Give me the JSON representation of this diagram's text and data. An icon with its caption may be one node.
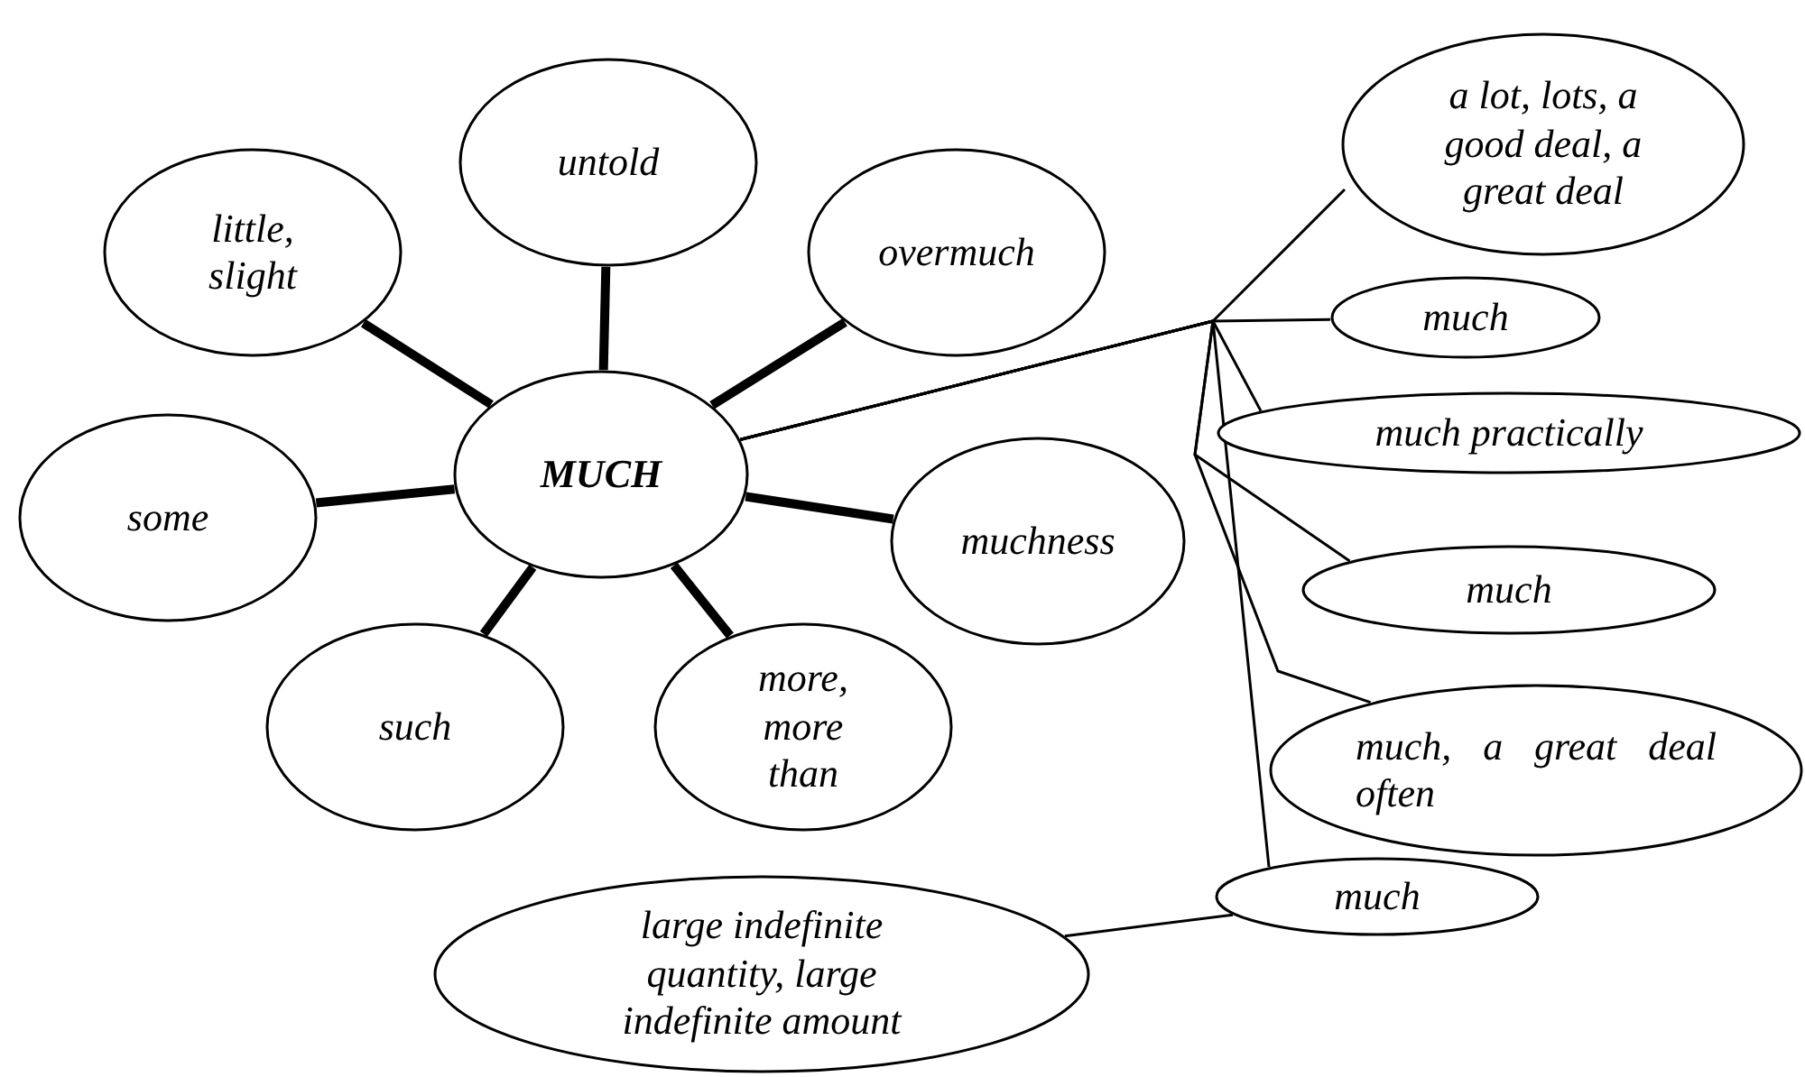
{
  "diagram": {
    "nodes": [
      {
        "text": [
          "MUCH"
        ]
      },
      {
        "text": [
          "untold"
        ]
      },
      {
        "text": [
          "little, slight"
        ]
      },
      {
        "text": [
          "overmuch"
        ]
      },
      {
        "text": [
          "some"
        ]
      },
      {
        "text": [
          "muchness"
        ]
      },
      {
        "text": [
          "such"
        ]
      },
      {
        "text": [
          "more, more than"
        ]
      },
      {
        "text": [
          "a lot, lots, a good deal, a great deal"
        ]
      },
      {
        "text": [
          "much"
        ]
      },
      {
        "text": [
          "much practically"
        ]
      },
      {
        "text": [
          "much"
        ]
      },
      {
        "text": [
          "much, a great deal often"
        ]
      },
      {
        "text": [
          "much"
        ]
      },
      {
        "text": [
          "large indefinite quantity, large indefinite amount"
        ]
      }
    ],
    "edges": [
      {
        "from": 0,
        "to": 1,
        "arrow": "none",
        "style": "thick"
      },
      {
        "from": 0,
        "to": 2,
        "arrow": "none",
        "style": "thick"
      },
      {
        "from": 0,
        "to": 3,
        "arrow": "none",
        "style": "thick"
      },
      {
        "from": 0,
        "to": 4,
        "arrow": "none",
        "style": "thick"
      },
      {
        "from": 0,
        "to": 5,
        "arrow": "none",
        "style": "thick"
      },
      {
        "from": 0,
        "to": 6,
        "arrow": "none",
        "style": "thick"
      },
      {
        "from": 0,
        "to": 7,
        "arrow": "none",
        "style": "thick"
      },
      {
        "from": 0,
        "to": 8,
        "arrow": "none"
      },
      {
        "from": 0,
        "to": 9,
        "arrow": "none"
      },
      {
        "from": 0,
        "to": 10,
        "arrow": "none"
      },
      {
        "from": 0,
        "to": 11,
        "arrow": "none"
      },
      {
        "from": 0,
        "to": 12,
        "arrow": "none"
      },
      {
        "from": 0,
        "to": 13,
        "arrow": "none"
      },
      {
        "from": 13,
        "to": 14,
        "arrow": "none"
      }
    ]
  }
}
